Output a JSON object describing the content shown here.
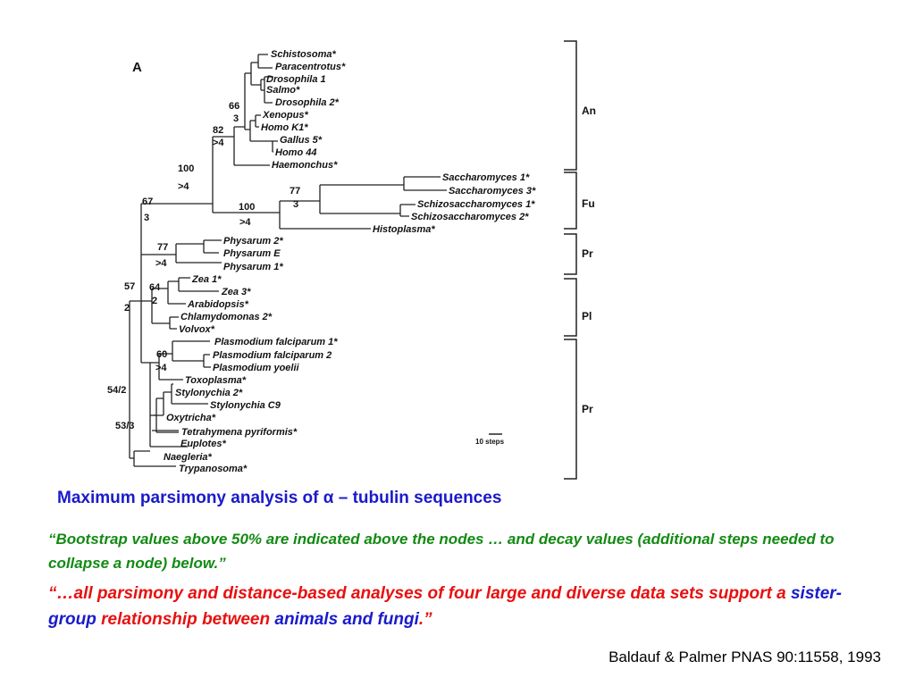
{
  "panel_label": "A",
  "taxa": {
    "schistosoma": "Schistosoma*",
    "paracentrotus": "Paracentrotus*",
    "drosophila1": "Drosophila 1",
    "salmo": "Salmo*",
    "drosophila2": "Drosophila 2*",
    "xenopus": "Xenopus*",
    "homok1": "Homo K1*",
    "gallus5": "Gallus 5*",
    "homo44": "Homo 44",
    "haemonchus": "Haemonchus*",
    "sacch1": "Saccharomyces 1*",
    "sacch3": "Saccharomyces 3*",
    "schizo1": "Schizosaccharomyces 1*",
    "schizo2": "Schizosaccharomyces 2*",
    "histoplasma": "Histoplasma*",
    "physarum2": "Physarum 2*",
    "physarume": "Physarum E",
    "physarum1": "Physarum 1*",
    "zea1": "Zea 1*",
    "zea3": "Zea 3*",
    "arabidopsis": "Arabidopsis*",
    "chlamydomonas2": "Chlamydomonas 2*",
    "volvox": "Volvox*",
    "pfalc1": "Plasmodium falciparum 1*",
    "pfalc2": "Plasmodium falciparum 2",
    "pyoelii": "Plasmodium yoelii",
    "toxoplasma": "Toxoplasma*",
    "stylo2": "Stylonychia 2*",
    "styloc9": "Stylonychia C9",
    "oxytricha": "Oxytricha*",
    "tetrahymena": "Tetrahymena pyriformis*",
    "euplotes": "Euplotes*",
    "naegleria": "Naegleria*",
    "trypanosoma": "Trypanosoma*"
  },
  "node_values": {
    "animal_66": "66",
    "animal_3": "3",
    "animal_82": "82",
    "animal_gt4": ">4",
    "ani_100": "100",
    "ani_gt4": ">4",
    "anifu_100": "100",
    "anifu_gt4": ">4",
    "fungi_77": "77",
    "fungi_3": "3",
    "clade_67": "67",
    "clade_3": "3",
    "phys_77": "77",
    "phys_gt4": ">4",
    "plant_64": "64",
    "plant_2": "2",
    "clade_57": "57",
    "clade_2": "2",
    "plasmo_60": "60",
    "plasmo_gt4": ">4",
    "root_54_2": "54/2",
    "root_53_3": "53/3"
  },
  "groups": {
    "an": "An",
    "fu": "Fu",
    "pr_top": "Pr",
    "pl": "Pl",
    "pr_bottom": "Pr"
  },
  "scale_bar_label": "10 steps",
  "caption_title": {
    "prefix": "Maximum parsimony analysis of ",
    "alpha": "α",
    "suffix": " – tubulin sequences"
  },
  "quote_green": "“Bootstrap values above 50% are indicated above the nodes … and decay values (additional steps needed to collapse a node) below.”",
  "quote_red": {
    "part1": "“…all parsimony and distance-based analyses of four large and diverse data sets support a ",
    "part2": "sister-group",
    "part3": " relationship between ",
    "part4": "animals and fungi",
    "part5": ".”"
  },
  "citation": "Baldauf & Palmer PNAS 90:11558, 1993",
  "colors": {
    "caption_blue": "#1a1acc",
    "quote_green": "#138a13",
    "quote_red": "#e8100f"
  }
}
